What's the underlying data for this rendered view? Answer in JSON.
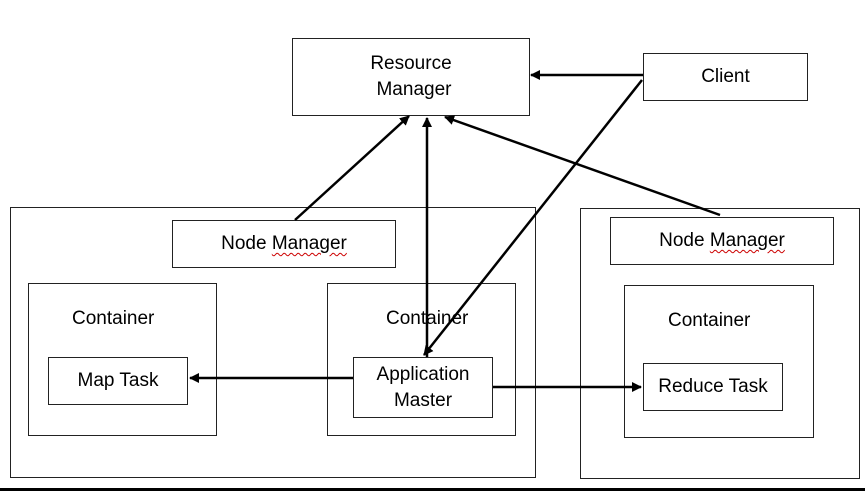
{
  "resource_manager": {
    "line1": "Resource",
    "line2": "Manager"
  },
  "client": {
    "label": "Client"
  },
  "cluster_left": {
    "node_manager": {
      "prefix": "Node ",
      "suffix": "Manager"
    },
    "container_1": {
      "title": "Container",
      "task": "Map Task"
    },
    "container_2": {
      "title": "Container",
      "app_master_line1": "Application",
      "app_master_line2": "Master"
    }
  },
  "cluster_right": {
    "node_manager": {
      "prefix": "Node ",
      "suffix": "Manager"
    },
    "container": {
      "title": "Container",
      "task": "Reduce Task"
    }
  }
}
